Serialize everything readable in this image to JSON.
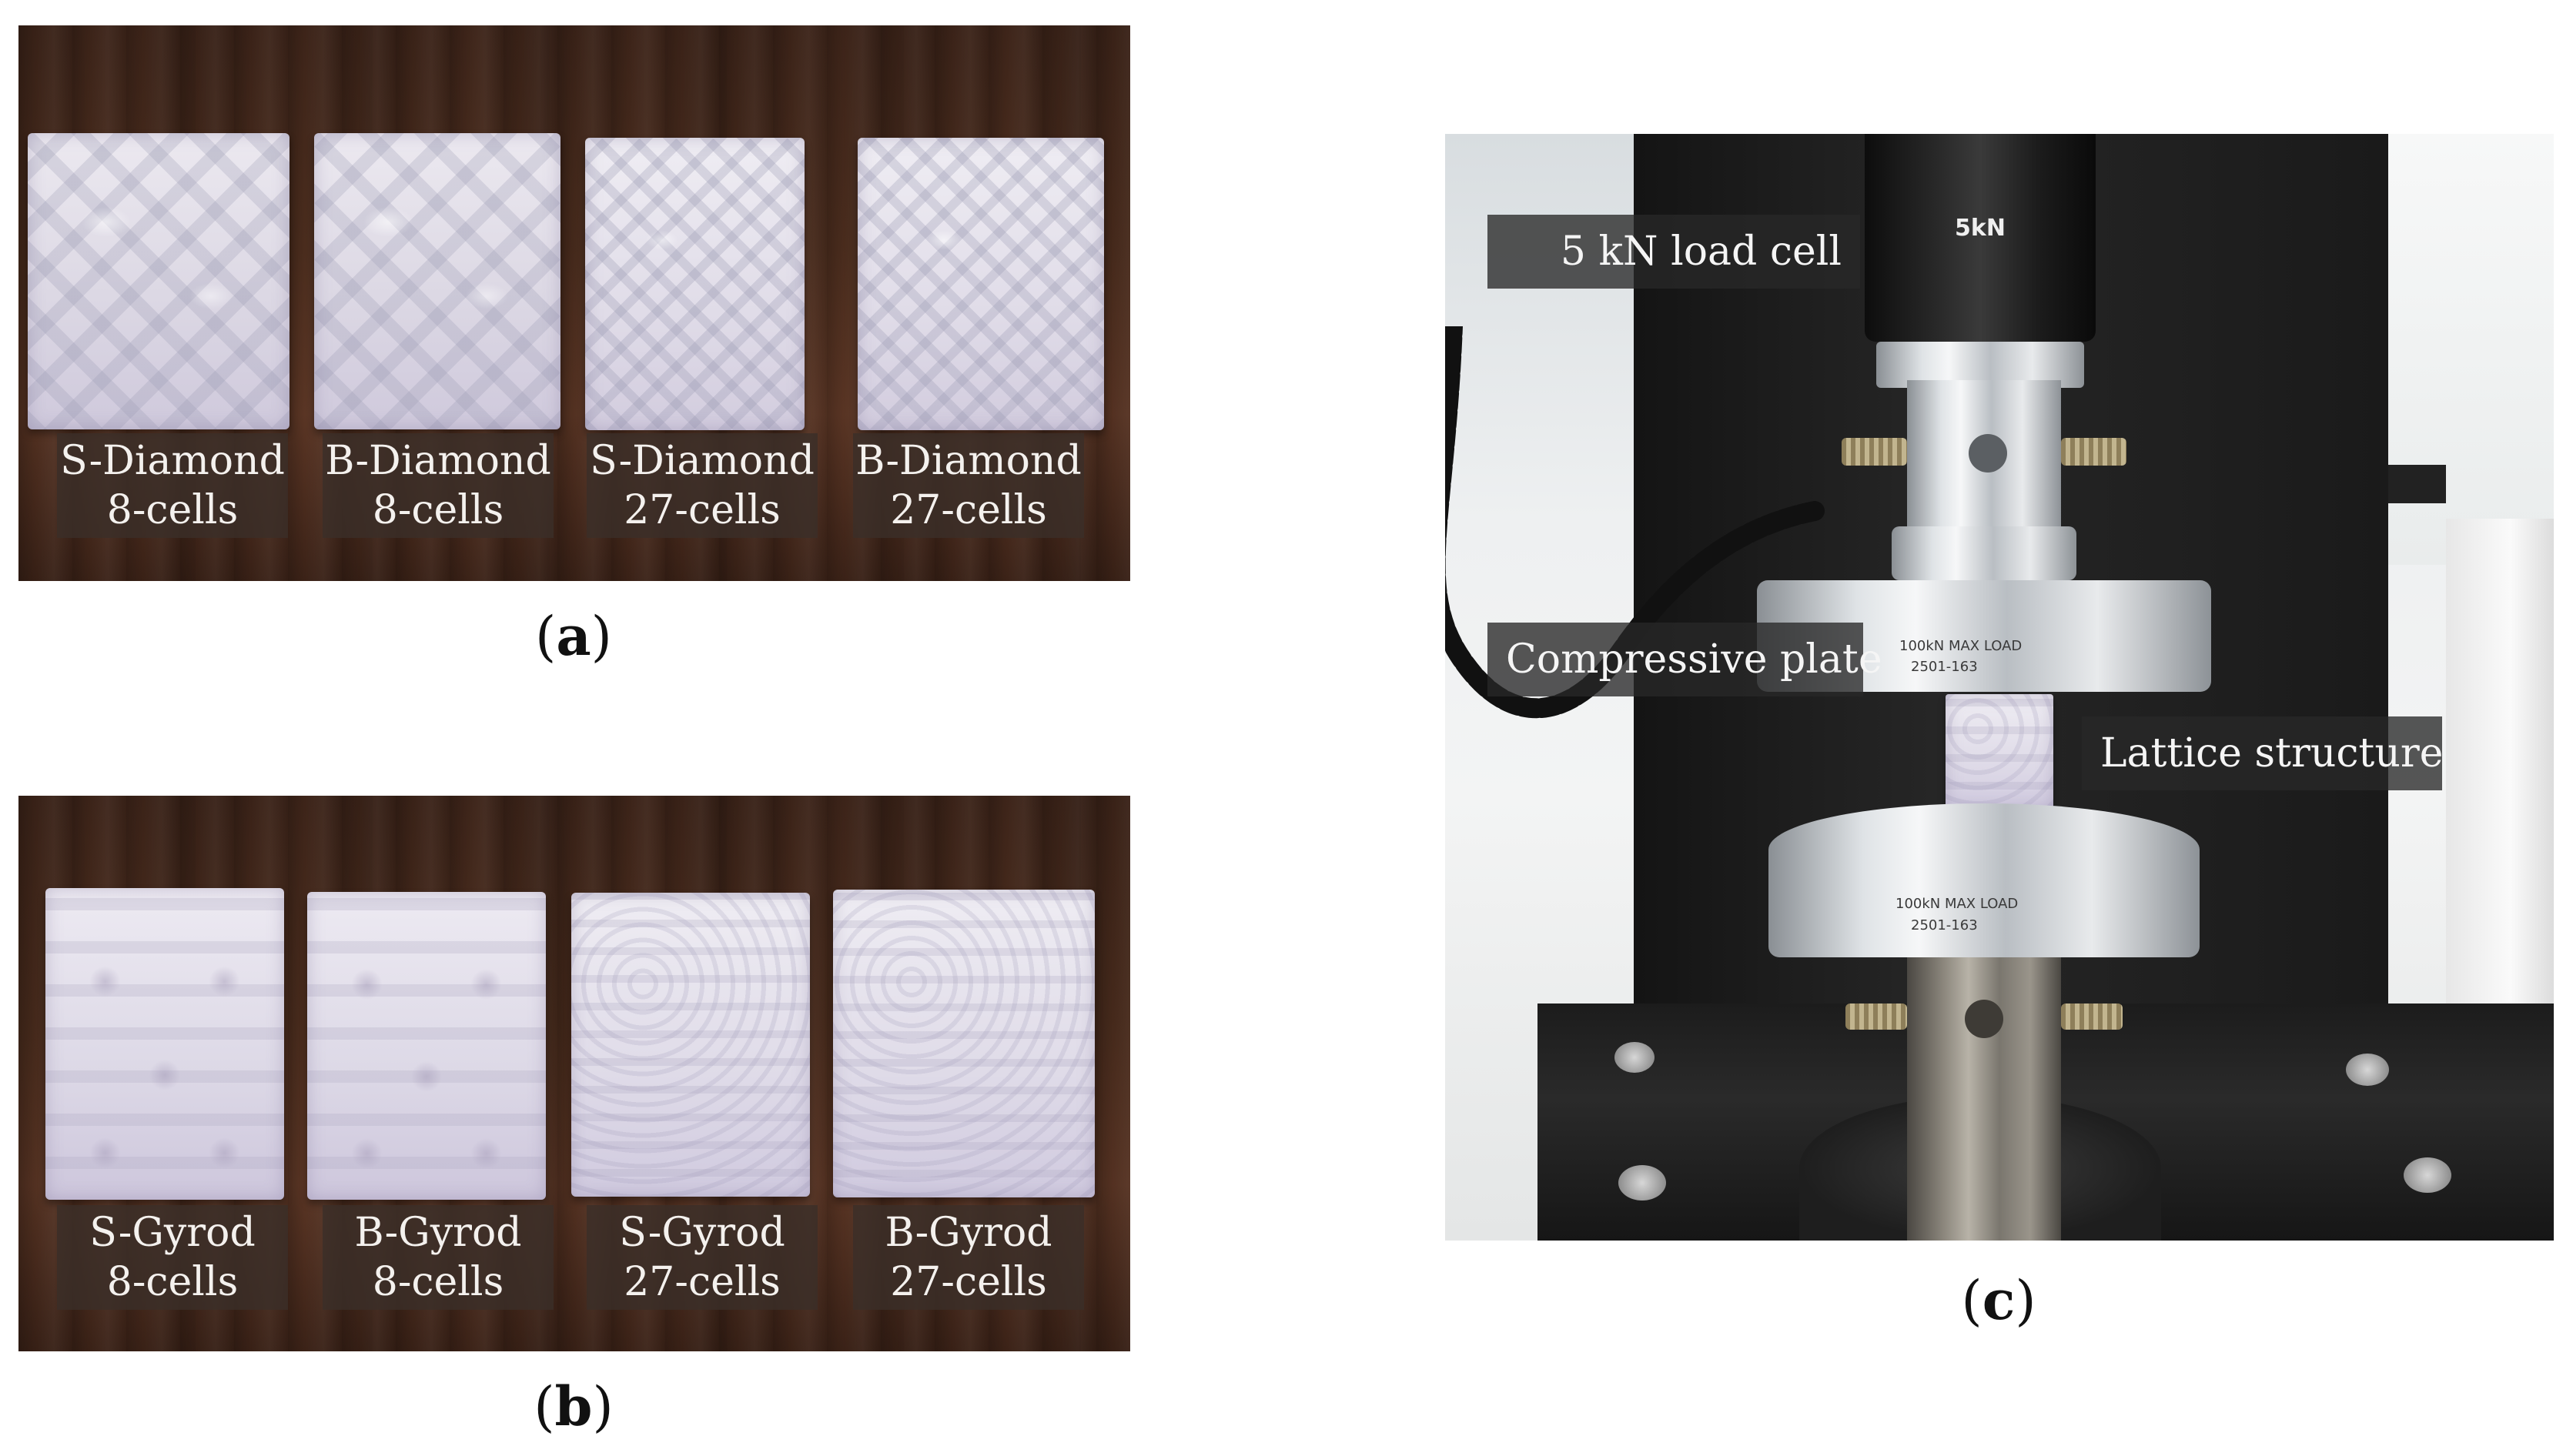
{
  "panel_a": {
    "labels": [
      {
        "line1": "S-Diamond",
        "line2": "8-cells"
      },
      {
        "line1": "B-Diamond",
        "line2": "8-cells"
      },
      {
        "line1": "S-Diamond",
        "line2": "27-cells"
      },
      {
        "line1": "B-Diamond",
        "line2": "27-cells"
      }
    ],
    "caption_letter": "a"
  },
  "panel_b": {
    "labels": [
      {
        "line1": "S-Gyrod",
        "line2": "8-cells"
      },
      {
        "line1": "B-Gyrod",
        "line2": "8-cells"
      },
      {
        "line1": "S-Gyrod",
        "line2": "27-cells"
      },
      {
        "line1": "B-Gyrod",
        "line2": "27-cells"
      }
    ],
    "caption_letter": "b"
  },
  "panel_c": {
    "annotations": {
      "load_cell": "5 kN load cell",
      "compressive_plate": "Compressive plate",
      "lattice_structure": "Lattice structure"
    },
    "device_marks": {
      "load_cell_rating": "5kN",
      "upper_plate_text1": "100kN MAX LOAD",
      "upper_plate_text2": "2501-163",
      "lower_plate_text1": "100kN MAX LOAD",
      "lower_plate_text2": "2501-163"
    },
    "caption_letter": "c"
  }
}
